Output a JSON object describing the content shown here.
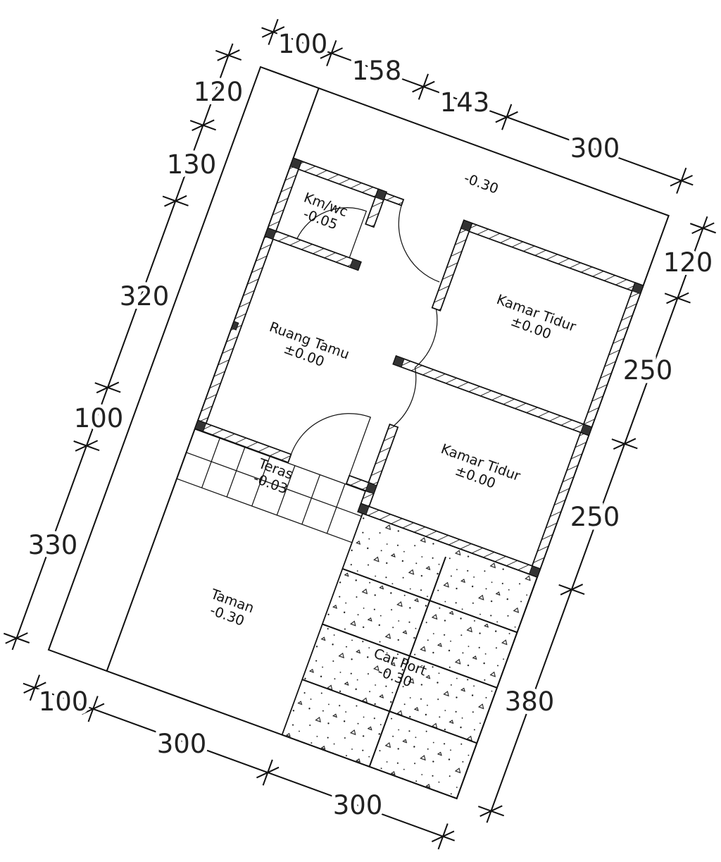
{
  "plan": {
    "rooms": {
      "kmwc": {
        "name": "Km/wc",
        "level": "-0.05"
      },
      "ruang_tamu": {
        "name": "Ruang Tamu",
        "level": "±0.00"
      },
      "kamar_1": {
        "name": "Kamar Tidur",
        "level": "±0.00"
      },
      "kamar_2": {
        "name": "Kamar Tidur",
        "level": "±0.00"
      },
      "teras": {
        "name": "Teras",
        "level": "-0.03"
      },
      "taman": {
        "name": "Taman",
        "level": "-0.30"
      },
      "carport": {
        "name": "Car Port",
        "level": "-0.30"
      },
      "back_yard": {
        "level": "-0.30"
      }
    },
    "dimensions": {
      "top": [
        "100",
        "158",
        "143",
        "300"
      ],
      "left": [
        "120",
        "130",
        "320",
        "100",
        "330"
      ],
      "right": [
        "120",
        "250",
        "250",
        "380"
      ],
      "bottom": [
        "100",
        "300",
        "300"
      ]
    }
  }
}
